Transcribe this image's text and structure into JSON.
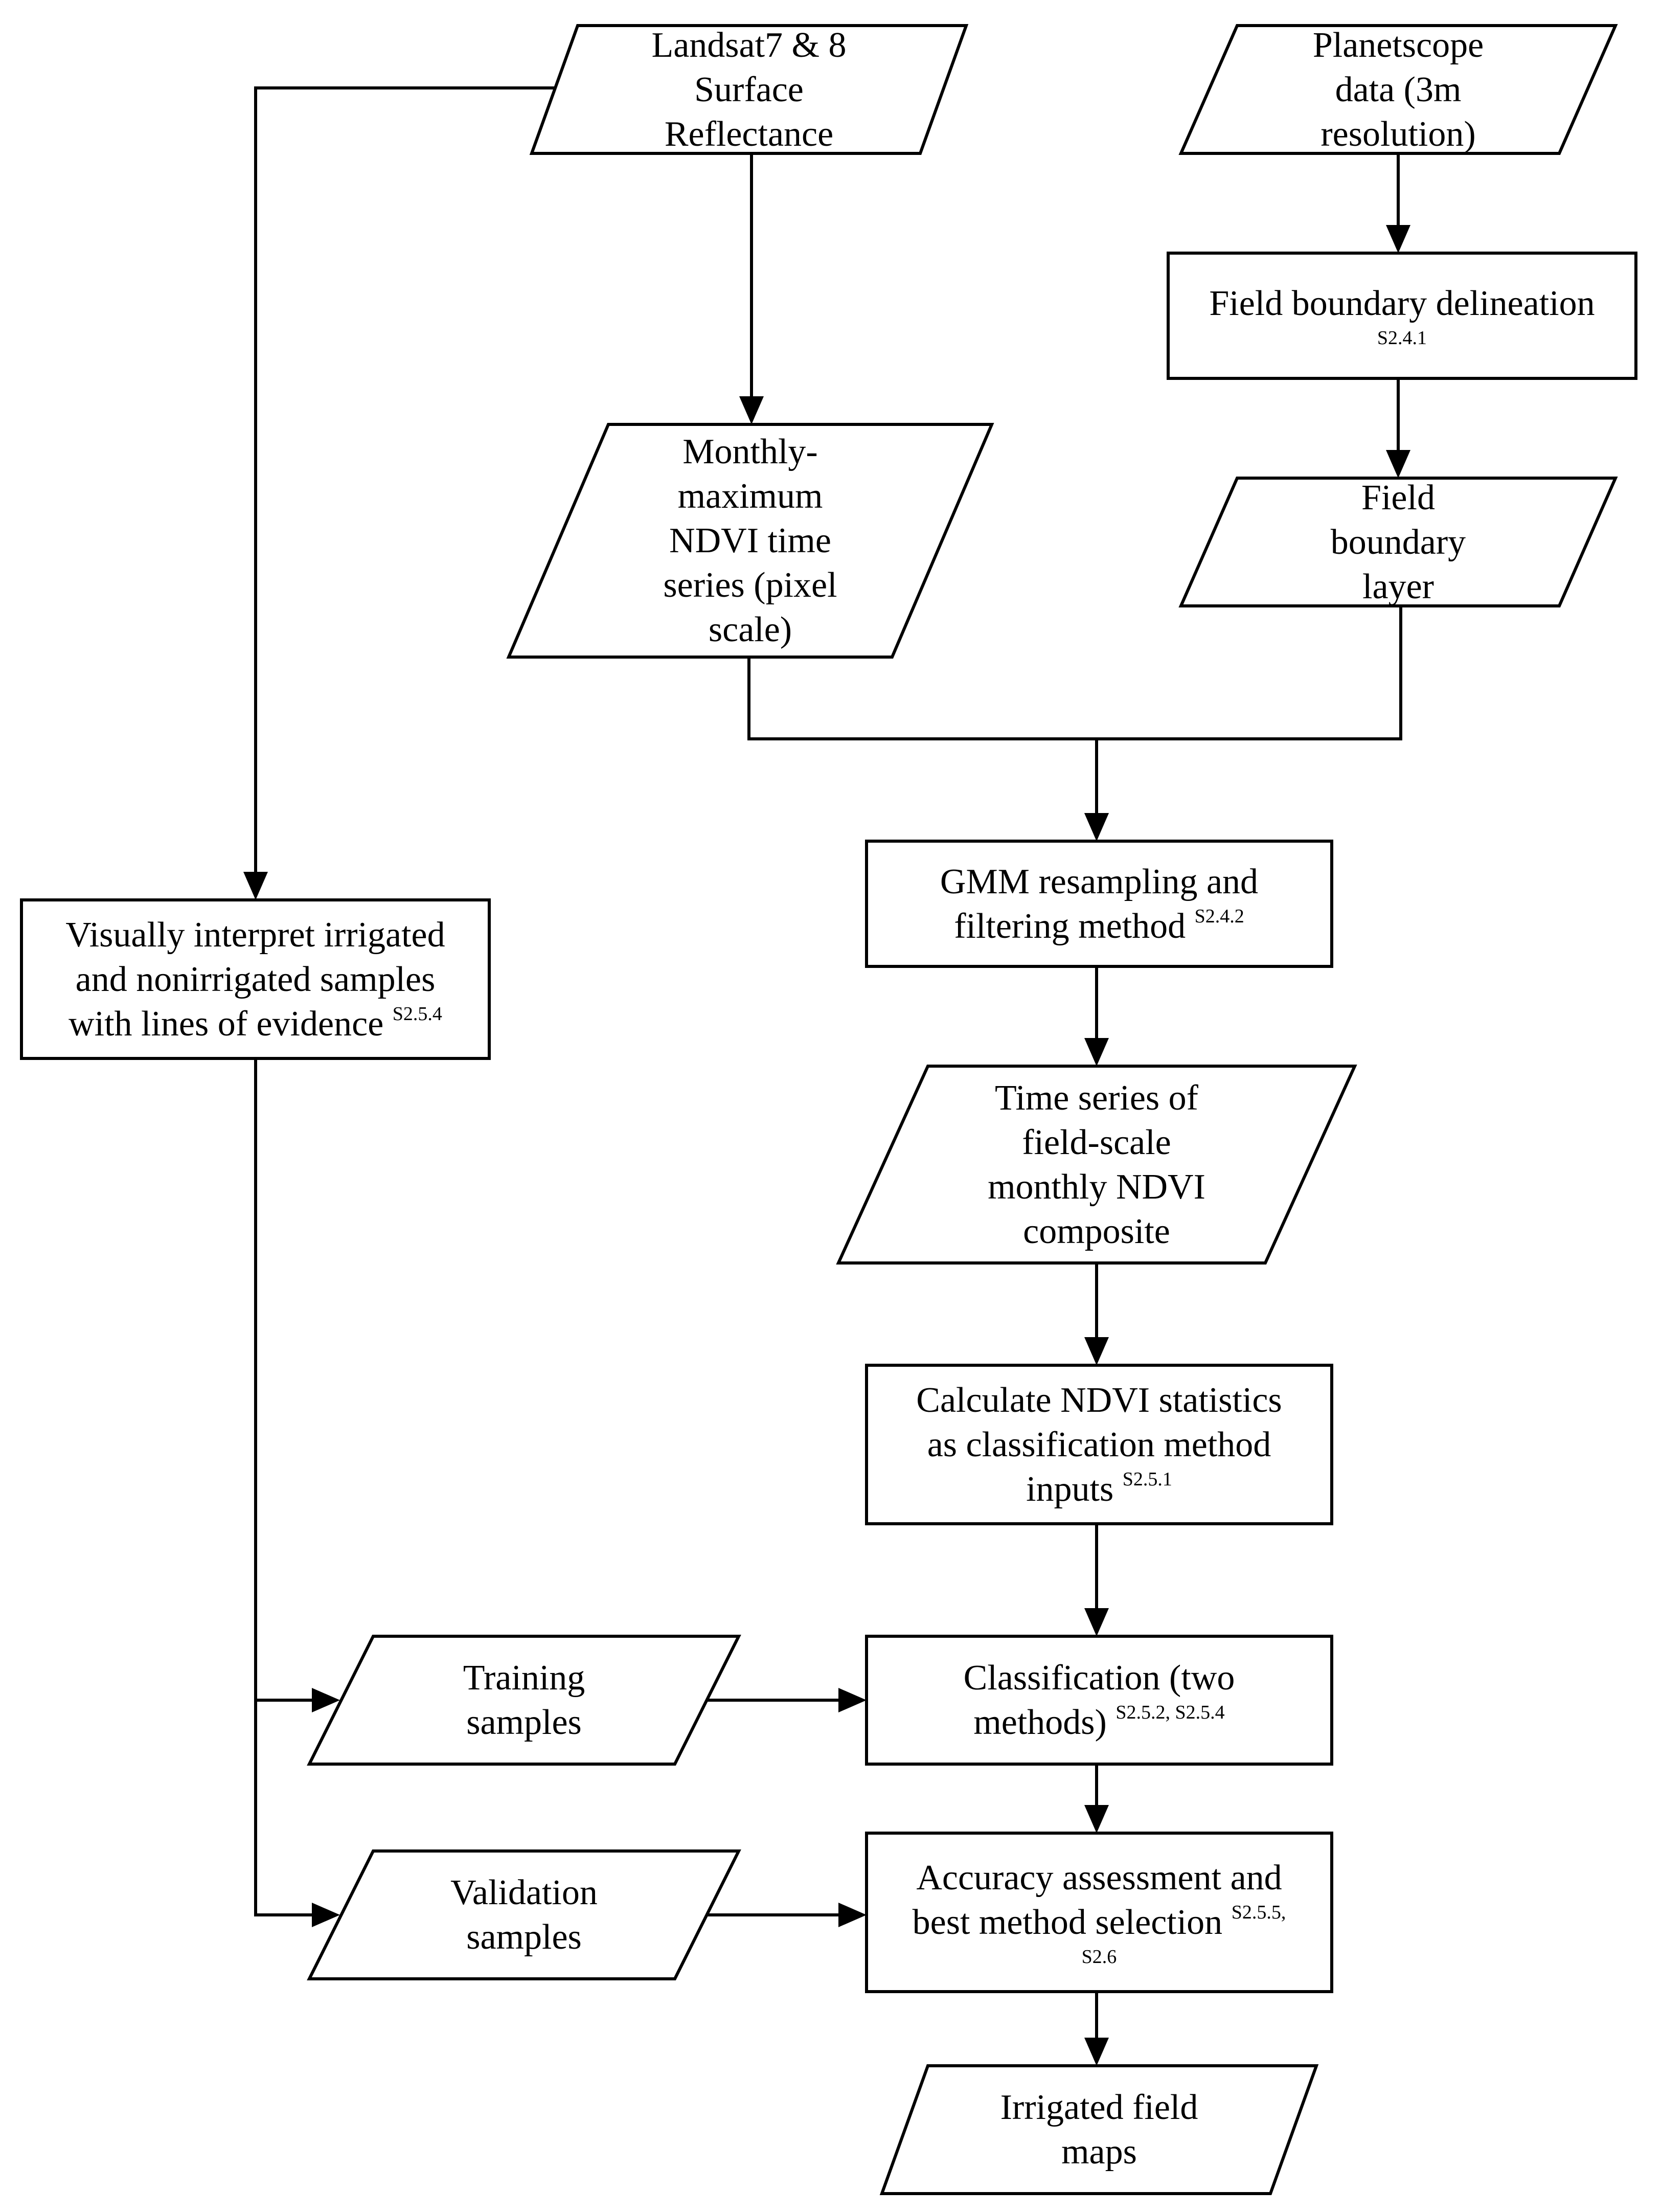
{
  "nodes": {
    "landsat": {
      "shape": "data",
      "lines": [
        "Landsat7 & 8",
        "Surface",
        "Reflectance"
      ]
    },
    "planetscope": {
      "shape": "data",
      "lines": [
        "Planetscope",
        "data (3m",
        "resolution)"
      ]
    },
    "field_boundary_delineation": {
      "shape": "process",
      "lines": [
        "Field boundary delineation"
      ],
      "ref": "S2.4.1"
    },
    "monthly_maximum_ndvi": {
      "shape": "data",
      "lines": [
        "Monthly-",
        "maximum",
        "NDVI time",
        "series (pixel",
        "scale)"
      ]
    },
    "field_boundary_layer": {
      "shape": "data",
      "lines": [
        "Field",
        "boundary",
        "layer"
      ]
    },
    "gmm": {
      "shape": "process",
      "lines": [
        "GMM resampling and",
        "filtering method"
      ],
      "ref": "S2.4.2"
    },
    "visual_interpretation": {
      "shape": "process",
      "lines": [
        "Visually interpret irrigated",
        "and nonirrigated samples",
        "with lines of evidence"
      ],
      "ref": "S2.5.4"
    },
    "time_series_field_scale": {
      "shape": "data",
      "lines": [
        "Time series of",
        "field-scale",
        "monthly NDVI",
        "composite"
      ]
    },
    "ndvi_statistics": {
      "shape": "process",
      "lines": [
        "Calculate NDVI statistics",
        "as classification method",
        "inputs"
      ],
      "ref": "S2.5.1"
    },
    "training_samples": {
      "shape": "data",
      "lines": [
        "Training",
        "samples"
      ]
    },
    "classification": {
      "shape": "process",
      "lines": [
        "Classification (two",
        "methods)"
      ],
      "ref": "S2.5.2, S2.5.4"
    },
    "validation_samples": {
      "shape": "data",
      "lines": [
        "Validation",
        "samples"
      ]
    },
    "accuracy_assessment": {
      "shape": "process",
      "lines": [
        "Accuracy assessment and",
        "best method selection"
      ],
      "ref": "S2.5.5,",
      "ref_line2": "S2.6"
    },
    "irrigated_field_maps": {
      "shape": "data",
      "lines": [
        "Irrigated field",
        "maps"
      ]
    }
  },
  "edges": [
    {
      "from": "landsat",
      "to": "monthly_maximum_ndvi"
    },
    {
      "from": "landsat",
      "to": "visual_interpretation"
    },
    {
      "from": "planetscope",
      "to": "field_boundary_delineation"
    },
    {
      "from": "field_boundary_delineation",
      "to": "field_boundary_layer"
    },
    {
      "from": "monthly_maximum_ndvi",
      "to": "gmm"
    },
    {
      "from": "field_boundary_layer",
      "to": "gmm"
    },
    {
      "from": "gmm",
      "to": "time_series_field_scale"
    },
    {
      "from": "time_series_field_scale",
      "to": "ndvi_statistics"
    },
    {
      "from": "ndvi_statistics",
      "to": "classification"
    },
    {
      "from": "visual_interpretation",
      "to": "training_samples"
    },
    {
      "from": "visual_interpretation",
      "to": "validation_samples"
    },
    {
      "from": "training_samples",
      "to": "classification"
    },
    {
      "from": "validation_samples",
      "to": "accuracy_assessment"
    },
    {
      "from": "classification",
      "to": "accuracy_assessment"
    },
    {
      "from": "accuracy_assessment",
      "to": "irrigated_field_maps"
    }
  ]
}
